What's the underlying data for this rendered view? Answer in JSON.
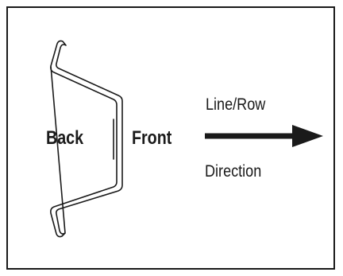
{
  "labels": {
    "back": "Back",
    "front": "Front",
    "line_row": "Line/Row",
    "direction": "Direction"
  },
  "colors": {
    "ink": "#1a1a1a",
    "background": "#ffffff"
  },
  "icons": {
    "staple": "staple-icon",
    "arrow": "right-arrow-icon"
  }
}
